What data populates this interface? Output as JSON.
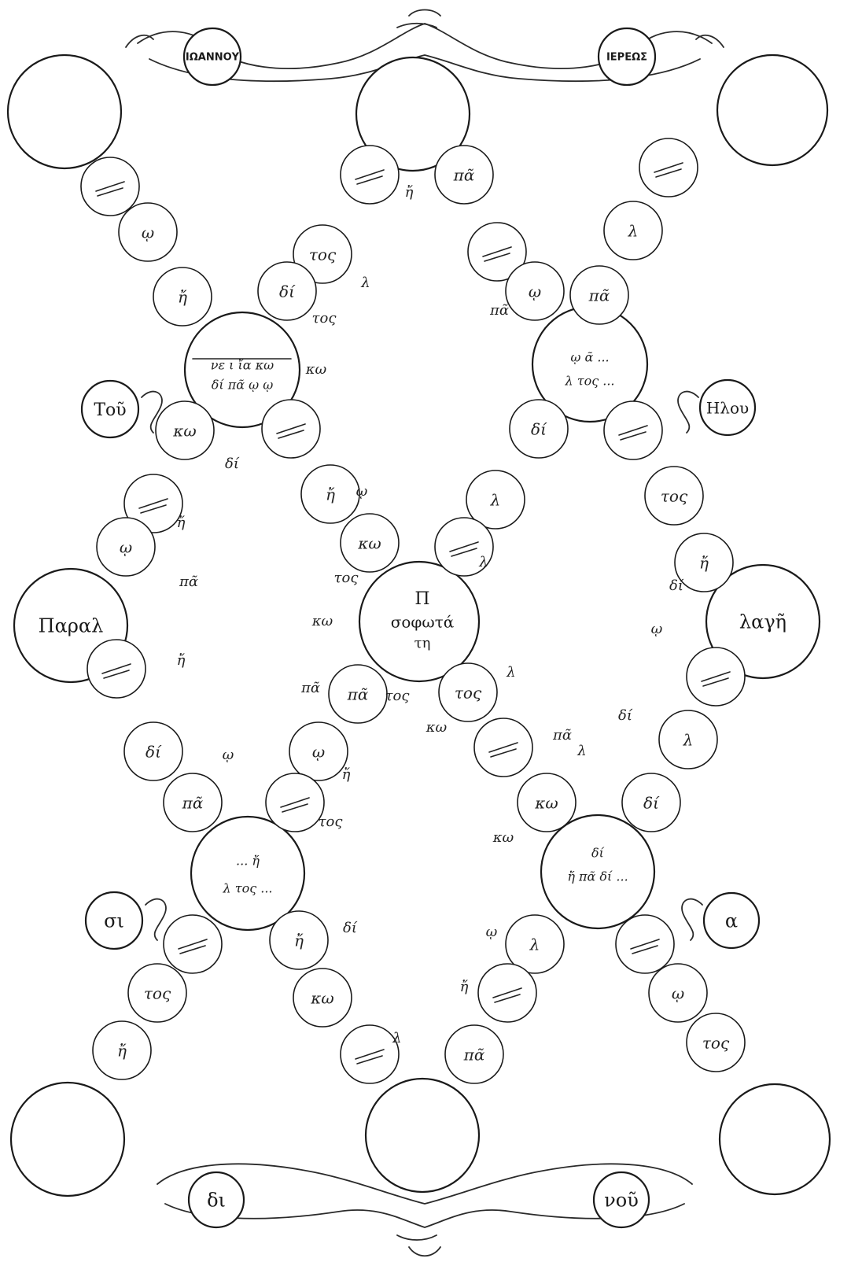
{
  "banner_top": {
    "left": "ΙΩΑΝΝΟΥ",
    "right": "ΙΕΡΕΩΣ"
  },
  "banner_bottom": {
    "left": "δι",
    "right": "νοῦ"
  },
  "center": {
    "line1": "Π",
    "line2": "σοφωτά",
    "line3": "τη"
  },
  "side_labels": {
    "left_mid": "Παραλ",
    "right_mid": "λαγῆ",
    "left_upper": "Τοῦ",
    "right_upper": "Ηλου",
    "left_lower": "σι",
    "right_lower": "α"
  },
  "hubs": {
    "upper_left": [
      "νε ι ἴα κω",
      "δί πᾶ ῳ ῳ"
    ],
    "upper_right": [
      "ῳ ᾶ ...",
      "λ τος ..."
    ],
    "lower_left": [
      "... ἤ",
      "λ τος ..."
    ],
    "lower_right": [
      "δί",
      "ἤ πᾶ δί ..."
    ]
  },
  "marks": [
    "δί",
    "ῳ",
    "ἤ",
    "λ",
    "πᾶ",
    "τος",
    "κω"
  ]
}
